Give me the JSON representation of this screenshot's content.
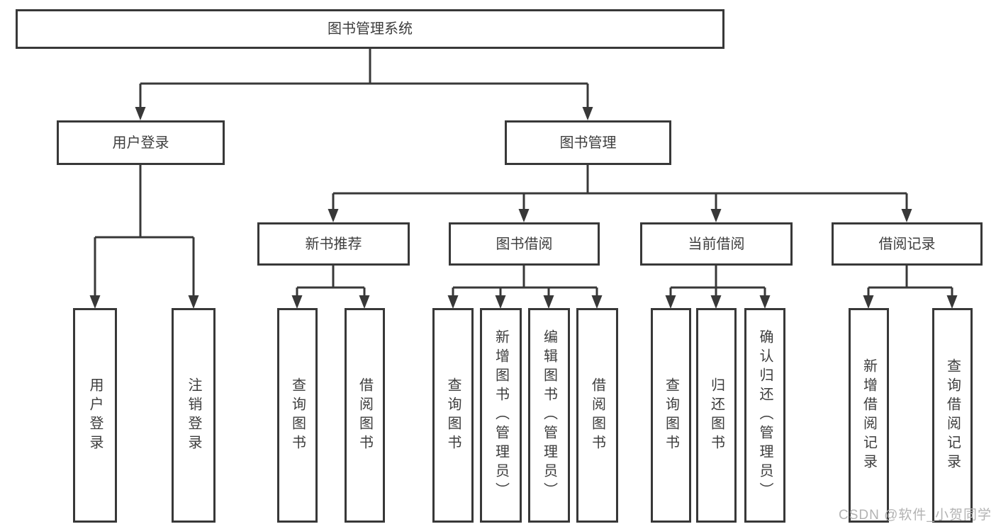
{
  "colors": {
    "line": "#383838",
    "text": "#3d3d3d",
    "watermark": "#b3b3b3",
    "background": "#ffffff"
  },
  "watermark": "CSDN @软件_小贺同学",
  "tree": {
    "label": "图书管理系统",
    "children": [
      {
        "label": "用户登录",
        "children": [
          {
            "label": "用户登录"
          },
          {
            "label": "注销登录"
          }
        ]
      },
      {
        "label": "图书管理",
        "children": [
          {
            "label": "新书推荐",
            "children": [
              {
                "label": "查询图书"
              },
              {
                "label": "借阅图书"
              }
            ]
          },
          {
            "label": "图书借阅",
            "children": [
              {
                "label": "查询图书"
              },
              {
                "label": "新增图书（管理员）"
              },
              {
                "label": "编辑图书（管理员）"
              },
              {
                "label": "借阅图书"
              }
            ]
          },
          {
            "label": "当前借阅",
            "children": [
              {
                "label": "查询图书"
              },
              {
                "label": "归还图书"
              },
              {
                "label": "确认归还（管理员）"
              }
            ]
          },
          {
            "label": "借阅记录",
            "children": [
              {
                "label": "新增借阅记录"
              },
              {
                "label": "查询借阅记录"
              }
            ]
          }
        ]
      }
    ]
  }
}
